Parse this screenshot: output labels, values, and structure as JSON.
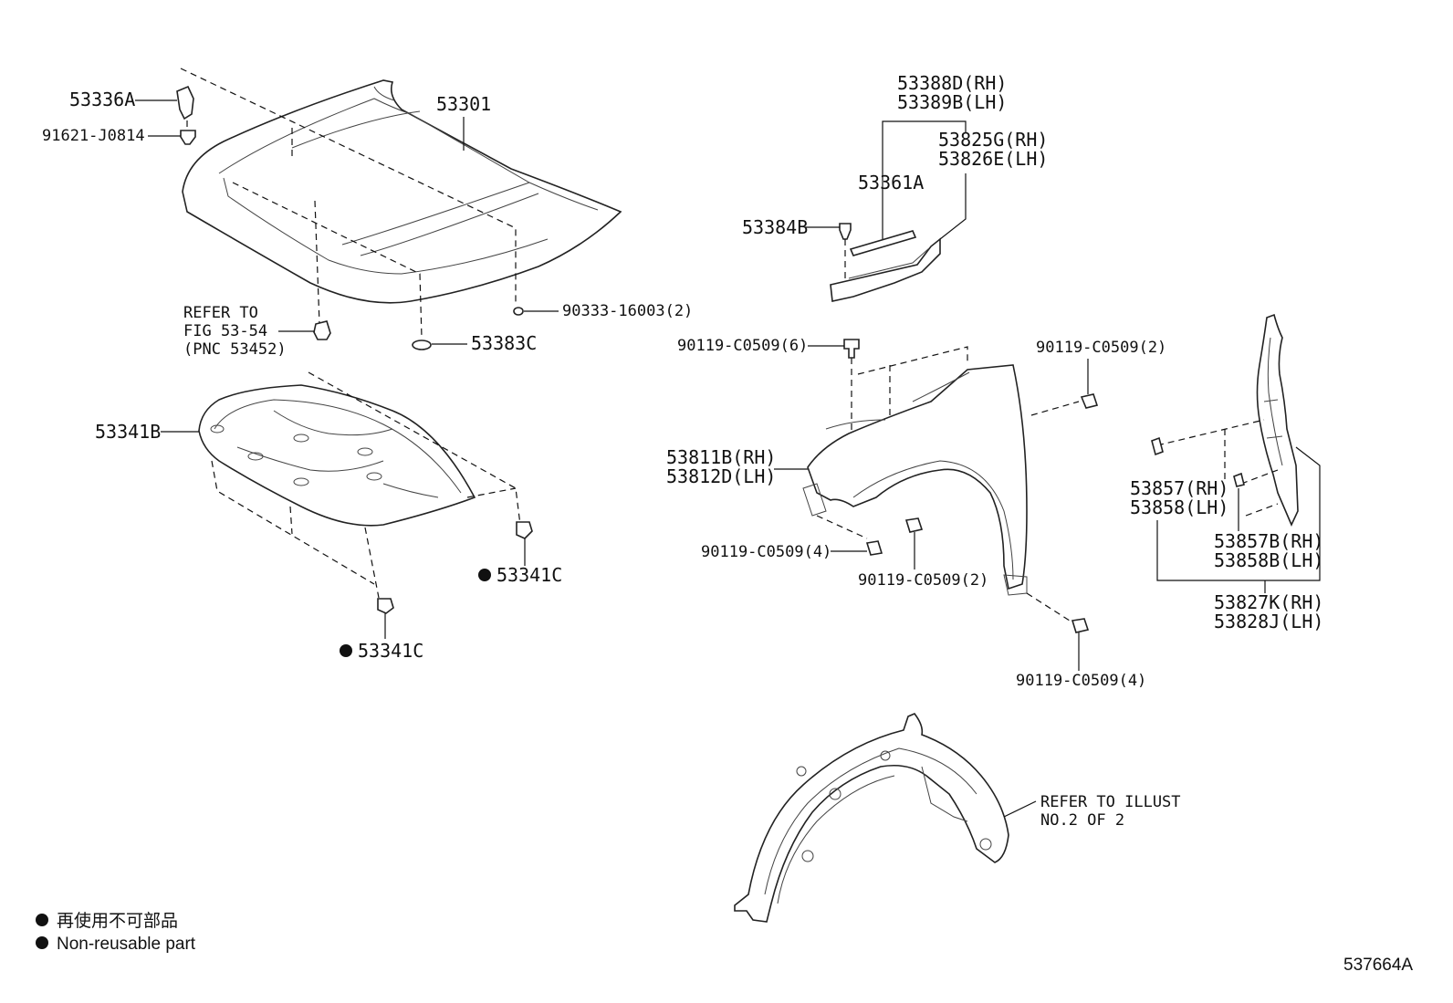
{
  "labels": {
    "p53336a": "53336A",
    "p91621": "91621-J0814",
    "p53301": "53301",
    "refer_l1": "REFER TO",
    "refer_l2": "FIG 53-54",
    "refer_l3": "(PNC 53452)",
    "p90333": "90333-16003(2)",
    "p53383c": "53383C",
    "p53341b": "53341B",
    "p53341c_a": "53341C",
    "p53341c_b": "53341C",
    "p53388d": "53388D(RH)",
    "p53389b": "53389B(LH)",
    "p53825g": "53825G(RH)",
    "p53826e": "53826E(LH)",
    "p53361a": "53361A",
    "p53384b": "53384B",
    "bolt_6": "90119-C0509(6)",
    "bolt_2a": "90119-C0509(2)",
    "p53811b": "53811B(RH)",
    "p53812d": "53812D(LH)",
    "bolt_4a": "90119-C0509(4)",
    "bolt_2b": "90119-C0509(2)",
    "bolt_4b": "90119-C0509(4)",
    "p53857": "53857(RH)",
    "p53858": "53858(LH)",
    "p53857b": "53857B(RH)",
    "p53858b": "53858B(LH)",
    "p53827k": "53827K(RH)",
    "p53828j": "53828J(LH)",
    "refer_illust_l1": "REFER TO ILLUST",
    "refer_illust_l2": "NO.2 OF 2"
  },
  "legend": {
    "jp": "再使用不可部品",
    "en": "Non-reusable part"
  },
  "figure_id": "537664A"
}
